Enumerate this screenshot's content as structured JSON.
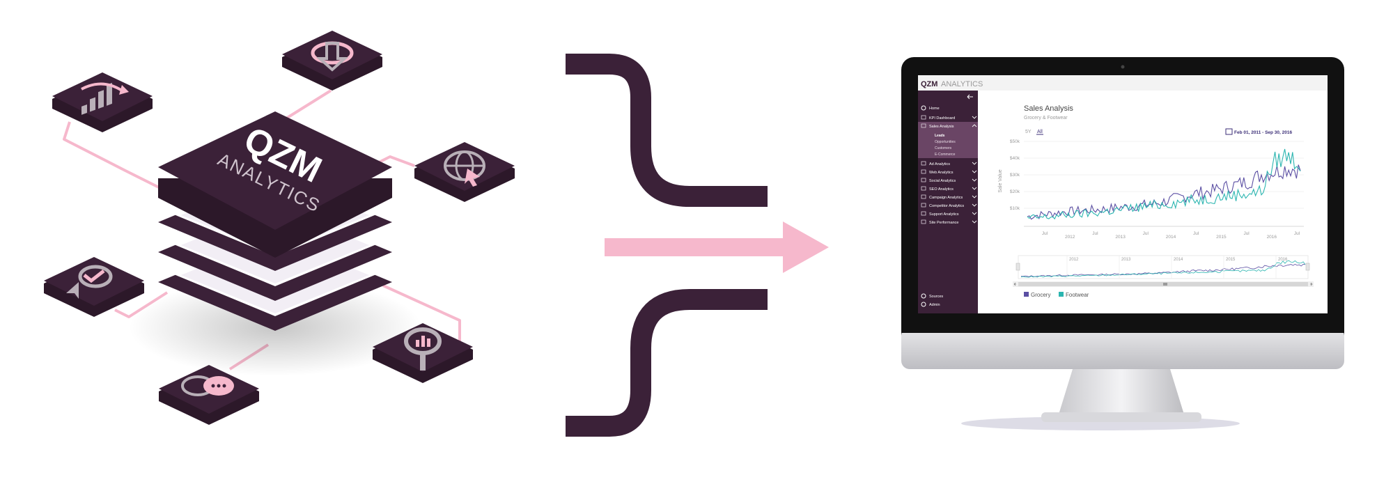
{
  "brand": {
    "logo_mark": "QZM",
    "logo_word": "ANALYTICS",
    "colors": {
      "plum": "#3b2138",
      "plum_light": "#4d2f49",
      "pink": "#f6b8cc",
      "grey": "#b9b0b8"
    }
  },
  "isometric_icons": [
    "chart-trend-icon",
    "touch-hand-icon",
    "globe-cursor-icon",
    "badge-check-icon",
    "chat-bubbles-icon",
    "magnifier-chart-icon"
  ],
  "monitor": {
    "app_logo_mark": "QZM",
    "app_logo_word": "ANALYTICS",
    "sidebar": {
      "home": "Home",
      "items": [
        {
          "label": "KPI Dashboard"
        },
        {
          "label": "Sales Analysis",
          "open": true,
          "subitems": [
            "Leads",
            "Opportunities",
            "Customers",
            "E-Commerce"
          ]
        },
        {
          "label": "Ad Analytics"
        },
        {
          "label": "Web Analytics"
        },
        {
          "label": "Social Analytics"
        },
        {
          "label": "SEO Analytics"
        },
        {
          "label": "Campaign Analytics"
        },
        {
          "label": "Competitor Analytics"
        },
        {
          "label": "Support Analytics"
        },
        {
          "label": "Site Performance"
        }
      ],
      "footer": [
        "Sources",
        "Admin"
      ]
    },
    "page_title": "Sales Analysis",
    "page_subtitle": "Grocery & Footwear",
    "range_buttons": [
      "5Y",
      "All"
    ],
    "date_range": "Feb 01, 2011 - Sep 30, 2016",
    "chart_data": {
      "type": "line",
      "ylabel": "Sale Value",
      "y_ticks": [
        "$10k",
        "$20k",
        "$30k",
        "$40k",
        "$50k"
      ],
      "ylim": [
        0,
        50000
      ],
      "x_ticks": [
        "Jul",
        "2012",
        "Jul",
        "2013",
        "Jul",
        "2014",
        "Jul",
        "2015",
        "Jul",
        "2016",
        "Jul"
      ],
      "navigator_ticks": [
        "2012",
        "2013",
        "2014",
        "2015",
        "2016"
      ],
      "series": [
        {
          "name": "Grocery",
          "color": "#5b4fa3",
          "values": [
            5000,
            6000,
            7000,
            8000,
            8500,
            9000,
            9500,
            10500,
            11000,
            12000,
            13000,
            15000,
            17000,
            19000,
            20000,
            22000,
            24000,
            26000,
            30000,
            32000,
            34000,
            33000
          ]
        },
        {
          "name": "Footwear",
          "color": "#2bb5b0",
          "values": [
            4000,
            4500,
            5000,
            6000,
            6500,
            7000,
            8000,
            9000,
            10000,
            11000,
            12000,
            13000,
            14000,
            15000,
            16000,
            17000,
            18000,
            19000,
            20000,
            38000,
            42000,
            36000
          ]
        }
      ],
      "grid": true,
      "legend": "bottom-left"
    }
  }
}
